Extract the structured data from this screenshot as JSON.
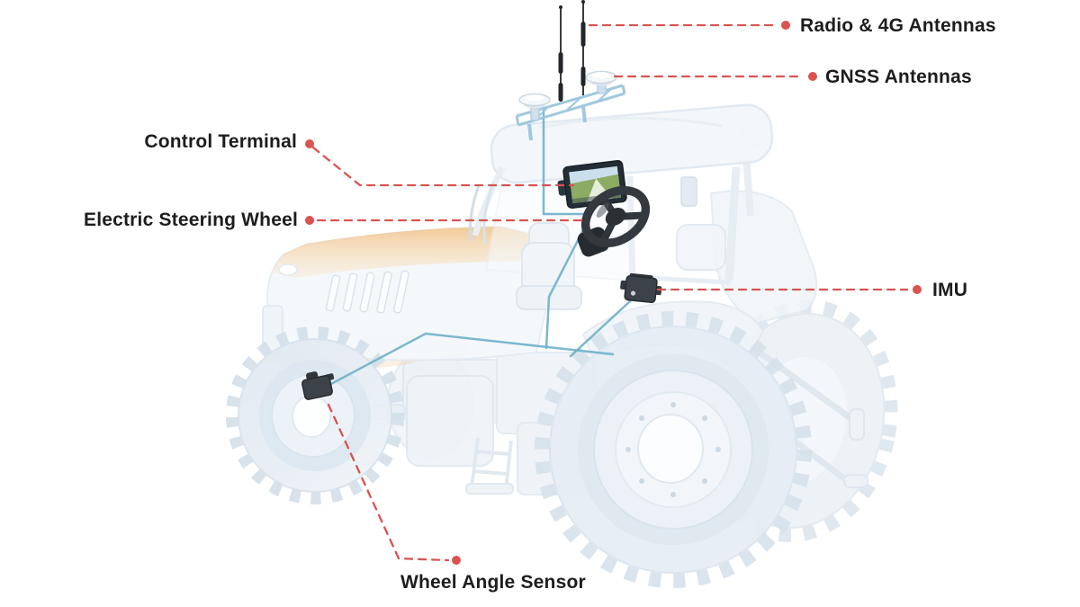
{
  "diagram": {
    "labels": {
      "radio_4g": "Radio & 4G Antennas",
      "gnss": "GNSS Antennas",
      "control_terminal": "Control Terminal",
      "electric_steering_wheel": "Electric Steering Wheel",
      "imu": "IMU",
      "wheel_angle_sensor": "Wheel Angle Sensor"
    },
    "colors": {
      "accent": "#d9534f",
      "label_text": "#1d1d1f",
      "cable": "#74b3cc",
      "background": "#ffffff",
      "hood_tint": "#f2c892",
      "screen_field": "#8cab63",
      "screen_sky": "#cadfeb",
      "hardware_dark": "#3b4248"
    }
  }
}
